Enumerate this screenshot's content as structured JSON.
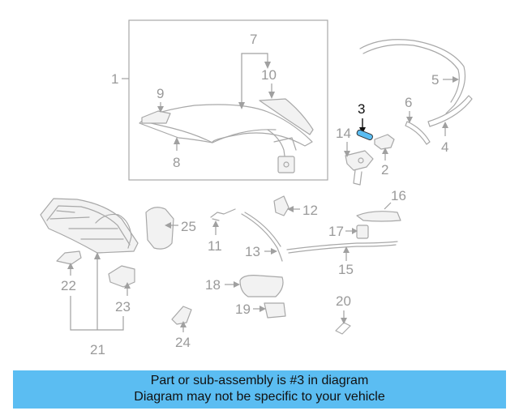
{
  "diagram": {
    "highlight_color": "#5bbdf2",
    "callouts": [
      {
        "id": "1",
        "label": "1"
      },
      {
        "id": "2",
        "label": "2"
      },
      {
        "id": "3",
        "label": "3",
        "highlighted": true
      },
      {
        "id": "4",
        "label": "4"
      },
      {
        "id": "5",
        "label": "5"
      },
      {
        "id": "6",
        "label": "6"
      },
      {
        "id": "7",
        "label": "7"
      },
      {
        "id": "8",
        "label": "8"
      },
      {
        "id": "9",
        "label": "9"
      },
      {
        "id": "10",
        "label": "10"
      },
      {
        "id": "11",
        "label": "11"
      },
      {
        "id": "12",
        "label": "12"
      },
      {
        "id": "13",
        "label": "13"
      },
      {
        "id": "14",
        "label": "14"
      },
      {
        "id": "15",
        "label": "15"
      },
      {
        "id": "16",
        "label": "16"
      },
      {
        "id": "17",
        "label": "17"
      },
      {
        "id": "18",
        "label": "18"
      },
      {
        "id": "19",
        "label": "19"
      },
      {
        "id": "20",
        "label": "20"
      },
      {
        "id": "21",
        "label": "21"
      },
      {
        "id": "22",
        "label": "22"
      },
      {
        "id": "23",
        "label": "23"
      },
      {
        "id": "24",
        "label": "24"
      },
      {
        "id": "25",
        "label": "25"
      }
    ]
  },
  "banner": {
    "line1": "Part or sub-assembly is #3 in diagram",
    "line2": "Diagram may not be specific to your vehicle",
    "background": "#5bbdf2"
  }
}
